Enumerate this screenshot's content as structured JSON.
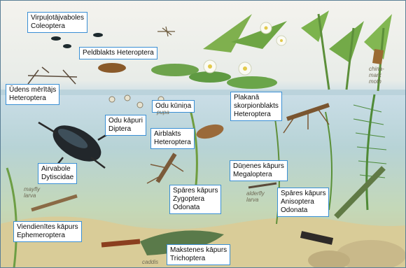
{
  "labels": [
    {
      "id": "coleoptera",
      "line1": "Virpuļotājvaboles",
      "line2": "Coleoptera"
    },
    {
      "id": "peldblakts",
      "line1": "Peldblakts  Heteroptera"
    },
    {
      "id": "udens-meritajs",
      "line1": "Ūdens mērītājs",
      "line2": "Heteroptera"
    },
    {
      "id": "odu-kunina",
      "line1": "Odu kūniņa"
    },
    {
      "id": "plakana-skorpionblakts",
      "line1": "Plakanā",
      "line2": "skorpionblakts",
      "line3": "Heteroptera"
    },
    {
      "id": "odu-kapuri",
      "line1": "Odu kāpuri",
      "line2": "Diptera"
    },
    {
      "id": "airblakts",
      "line1": "Airblakts",
      "line2": "Heteroptera"
    },
    {
      "id": "airvabole",
      "line1": "Airvabole",
      "line2": "Dytiscidae"
    },
    {
      "id": "dunenes-kapurs",
      "line1": "Dūņenes kāpurs",
      "line2": "Megaloptera"
    },
    {
      "id": "spares-zygoptera",
      "line1": "Spāres kāpurs",
      "line2": "Zygoptera",
      "line3": "Odonata"
    },
    {
      "id": "spares-anisoptera",
      "line1": "Spāres kāpurs",
      "line2": "Anisoptera",
      "line3": "Odonata"
    },
    {
      "id": "viendienites-kapurs",
      "line1": "Viendienītes kāpurs",
      "line2": "Ephemeroptera"
    },
    {
      "id": "makstenes-kapurs",
      "line1": "Makstenes kāpurs",
      "line2": "Trichoptera"
    }
  ],
  "captions": {
    "china_mark": "china-\nmark\nmoth",
    "pupa": "pupa",
    "mayfly": "mayfly\nlarva",
    "alderfly": "alderfly\nlarva",
    "caddis": "caddis"
  },
  "colors": {
    "label_border": "#3a8fd4",
    "label_bg": "#ffffff"
  }
}
